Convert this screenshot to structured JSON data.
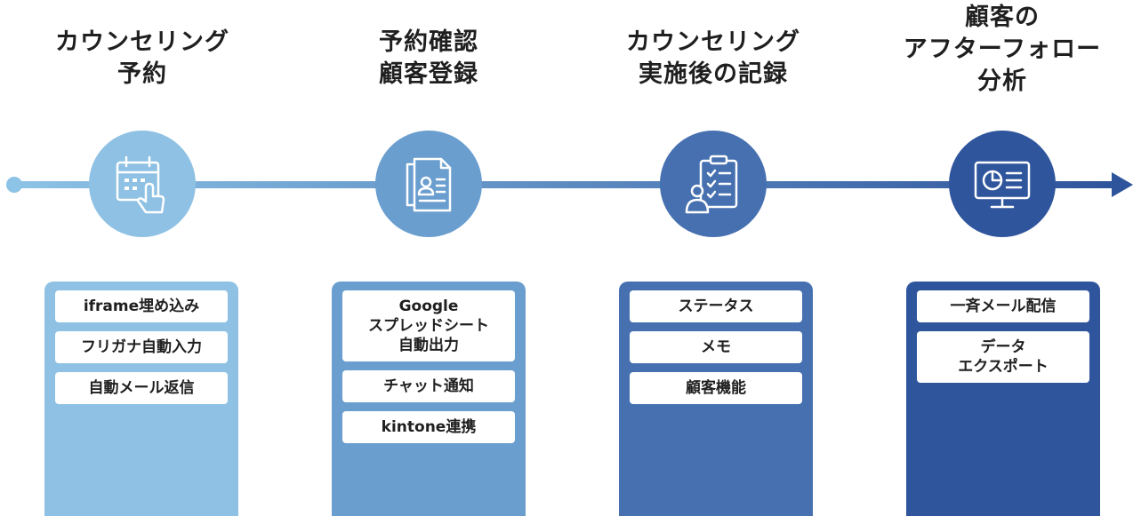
{
  "colors": {
    "stage1": "#8ec1e3",
    "stage2": "#6a9ecf",
    "stage3": "#4670b0",
    "stage4": "#2f559d",
    "line_start": "#8cc3e6",
    "line_end": "#2e549c"
  },
  "stages": [
    {
      "title": "カウンセリング\n予約",
      "icon": "calendar-touch-icon",
      "features": [
        "iframe埋め込み",
        "フリガナ自動入力",
        "自動メール返信"
      ]
    },
    {
      "title": "予約確認\n顧客登録",
      "icon": "document-id-card-icon",
      "features": [
        "Google\nスプレッドシート\n自動出力",
        "チャット通知",
        "kintone連携"
      ]
    },
    {
      "title": "カウンセリング\n実施後の記録",
      "icon": "clipboard-checklist-person-icon",
      "features": [
        "ステータス",
        "メモ",
        "顧客機能"
      ]
    },
    {
      "title": "顧客の\nアフターフォロー\n分析",
      "icon": "monitor-pie-chart-icon",
      "features": [
        "一斉メール配信",
        "データ\nエクスポート"
      ]
    }
  ]
}
